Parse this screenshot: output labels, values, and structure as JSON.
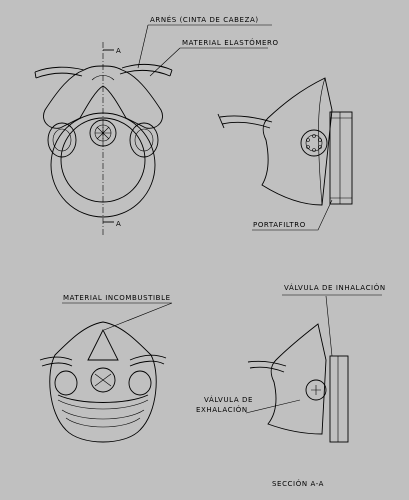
{
  "labels": {
    "harness": "ARNÉS (CINTA DE CABEZA)",
    "elastomer": "MATERIAL ELASTÓMERO",
    "section_marker_top": "A",
    "section_marker_bottom": "A",
    "filter_holder": "PORTAFILTRO",
    "inhalation_valve": "VÁLVULA DE INHALACIÓN",
    "nonflammable": "MATERIAL INCOMBUSTIBLE",
    "exhalation_valve_line1": "VÁLVULA DE",
    "exhalation_valve_line2": "EXHALACIÓN",
    "section_title": "SECCIÓN A-A"
  }
}
